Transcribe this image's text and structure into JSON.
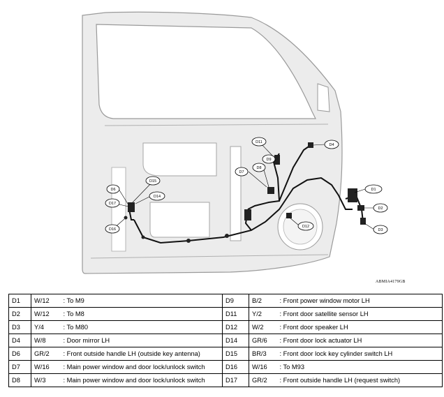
{
  "figure_id": "ABMIA4179GB",
  "callouts": [
    "D1",
    "D2",
    "D3",
    "D4",
    "D6",
    "D7",
    "D8",
    "D9",
    "D11",
    "D12",
    "D14",
    "D15",
    "D16",
    "D17"
  ],
  "legend": {
    "left": [
      {
        "code": "D1",
        "color": "W/12",
        "desc": ": To M9"
      },
      {
        "code": "D2",
        "color": "W/12",
        "desc": ": To M8"
      },
      {
        "code": "D3",
        "color": "Y/4",
        "desc": ": To M80"
      },
      {
        "code": "D4",
        "color": "W/8",
        "desc": ": Door mirror LH"
      },
      {
        "code": "D6",
        "color": "GR/2",
        "desc": ": Front outside handle LH (outside key antenna)"
      },
      {
        "code": "D7",
        "color": "W/16",
        "desc": ": Main power window and door lock/unlock switch"
      },
      {
        "code": "D8",
        "color": "W/3",
        "desc": ": Main power window and door lock/unlock switch"
      }
    ],
    "right": [
      {
        "code": "D9",
        "color": "B/2",
        "desc": ": Front power window motor LH"
      },
      {
        "code": "D11",
        "color": "Y/2",
        "desc": ": Front door satellite sensor LH"
      },
      {
        "code": "D12",
        "color": "W/2",
        "desc": ": Front door speaker LH"
      },
      {
        "code": "D14",
        "color": "GR/6",
        "desc": ": Front door lock actuator LH"
      },
      {
        "code": "D15",
        "color": "BR/3",
        "desc": ": Front door lock key cylinder switch LH"
      },
      {
        "code": "D16",
        "color": "W/16",
        "desc": ": To M93"
      },
      {
        "code": "D17",
        "color": "GR/2",
        "desc": ": Front outside handle LH (request switch)"
      }
    ]
  }
}
